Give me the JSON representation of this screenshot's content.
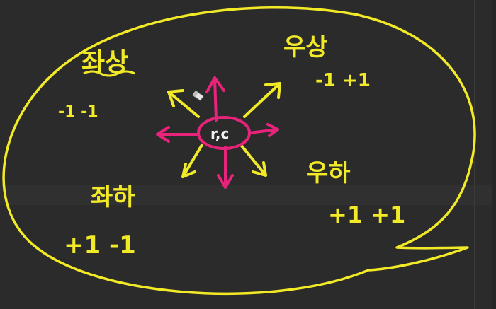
{
  "diagram": {
    "labels": {
      "upper_left": {
        "direction": "좌상",
        "values": "-1  -1"
      },
      "upper_right": {
        "direction": "우상",
        "values": "-1  +1"
      },
      "lower_left": {
        "direction": "좌하",
        "values": "+1  -1"
      },
      "lower_right": {
        "direction": "우하",
        "values": "+1 +1"
      },
      "center": "r,c"
    },
    "colors": {
      "background": "#2b2b2b",
      "ellipse": "#f2ea27",
      "diagonal_arrows": "#f2ea27",
      "cross_arrows": "#e8237a",
      "center_text": "#f2f2f2"
    },
    "icons": [
      "eraser-cursor-icon"
    ]
  }
}
